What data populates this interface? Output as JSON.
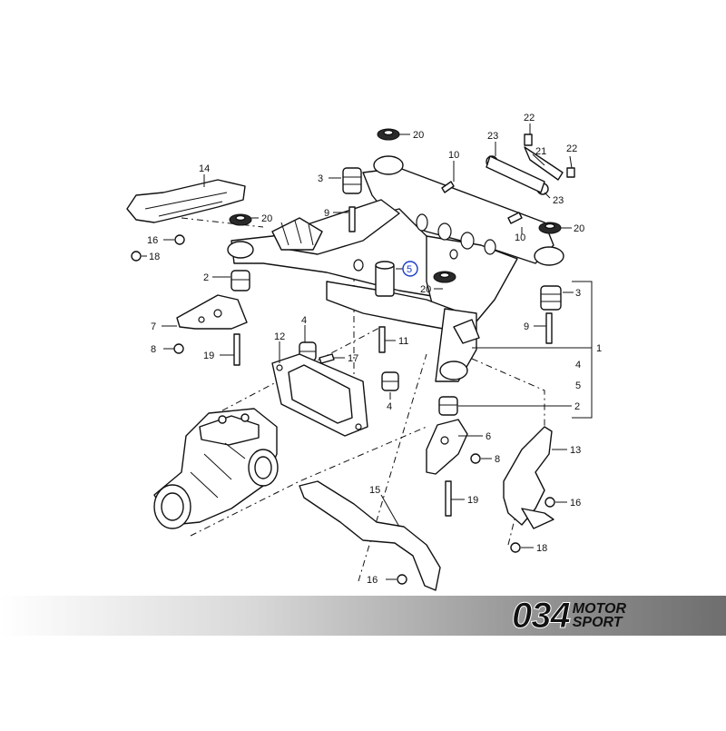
{
  "labels": {
    "l20a": "20",
    "l10a": "10",
    "l3a": "3",
    "l23a": "23",
    "l22a": "22",
    "l21": "21",
    "l22b": "22",
    "l23b": "23",
    "l14": "14",
    "l9a": "9",
    "l20b": "20",
    "l10b": "10",
    "l20c": "20",
    "l16a": "16",
    "l18a": "18",
    "l5": "5",
    "l2a": "2",
    "l20d": "20",
    "l3b": "3",
    "l7": "7",
    "l4a": "4",
    "l9b": "9",
    "l12": "12",
    "l11": "11",
    "l1": "1",
    "l4r": "4",
    "l5r": "5",
    "l8a": "8",
    "l19a": "19",
    "l17": "17",
    "l4b": "4",
    "l2b": "2",
    "l6": "6",
    "l8b": "8",
    "l13": "13",
    "l19b": "19",
    "l16b": "16",
    "l15": "15",
    "l18b": "18",
    "l16c": "16"
  },
  "brand": {
    "number": "034",
    "line1": "MOTOR",
    "line2": "SPORT"
  },
  "colors": {
    "ink": "#111111",
    "highlight": "#1a3cc8",
    "background": "#ffffff"
  }
}
